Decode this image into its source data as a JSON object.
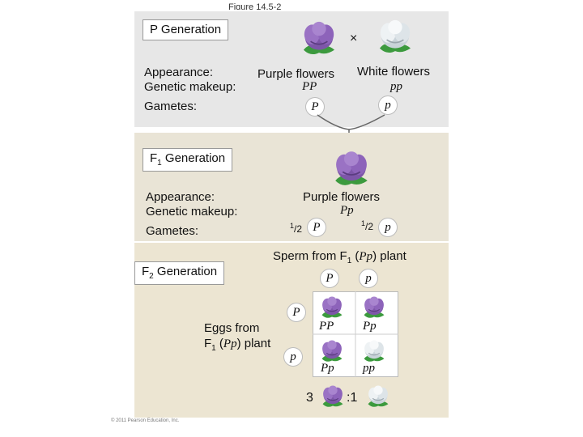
{
  "figure_title": "Figure 14.5-2",
  "p_generation": {
    "label": "P Generation",
    "cross_symbol": "×",
    "appearance_label": "Appearance:",
    "genetic_label": "Genetic makeup:",
    "gametes_label": "Gametes:",
    "left_parent": {
      "appearance": "Purple flowers",
      "genotype": "PP",
      "gamete": "P"
    },
    "right_parent": {
      "appearance": "White flowers",
      "genotype": "pp",
      "gamete": "p"
    }
  },
  "f1_generation": {
    "label_main": "F",
    "label_sub": "1",
    "label_rest": " Generation",
    "appearance_label": "Appearance:",
    "genetic_label": "Genetic makeup:",
    "gametes_label": "Gametes:",
    "appearance": "Purple flowers",
    "genotype": "Pp",
    "gamete_fraction_num": "1",
    "gamete_fraction_den": "2",
    "gamete_1": "P",
    "gamete_2": "p"
  },
  "f2_generation": {
    "label_main": "F",
    "label_sub": "2",
    "label_rest": " Generation",
    "sperm_label_a": "Sperm from F",
    "sperm_label_sub": "1",
    "sperm_label_b": " (",
    "sperm_label_geno": "Pp",
    "sperm_label_c": ") plant",
    "eggs_label_a": "Eggs from",
    "eggs_label_b": "F",
    "eggs_label_sub": "1",
    "eggs_label_c": " (",
    "eggs_label_geno": "Pp",
    "eggs_label_d": ") plant",
    "sperm_alleles": [
      "P",
      "p"
    ],
    "egg_alleles": [
      "P",
      "p"
    ],
    "punnett": [
      [
        "PP",
        "Pp"
      ],
      [
        "Pp",
        "pp"
      ]
    ],
    "ratio_left": "3",
    "ratio_right": ":1"
  },
  "footer": "© 2011 Pearson Education, Inc.",
  "colors": {
    "purple": "#8a5fb3",
    "white_flower": "#dfe6ea",
    "leaf": "#3c9a3e",
    "panel_p": "#e7e7e7",
    "panel_f1": "#e9e4d6",
    "panel_f2": "#ece5d2"
  }
}
